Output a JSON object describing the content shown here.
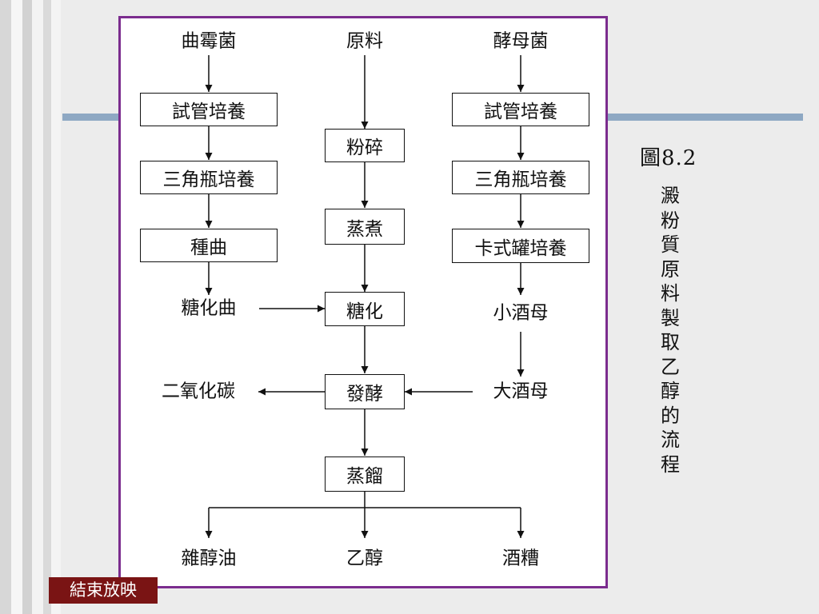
{
  "diagram": {
    "fungus_left": "曲霉菌",
    "raw_material": "原料",
    "yeast_right": "酵母菌",
    "left_tube": "試管培養",
    "left_flask": "三角瓶培養",
    "left_seed": "種曲",
    "left_koji": "糖化曲",
    "crush": "粉碎",
    "steam_cook": "蒸煮",
    "saccharify": "糖化",
    "ferment": "發酵",
    "distill": "蒸餾",
    "right_tube": "試管培養",
    "right_flask": "三角瓶培養",
    "right_karl": "卡式罐培養",
    "small_yeast": "小酒母",
    "big_yeast": "大酒母",
    "co2": "二氧化碳",
    "fusel_oil": "雜醇油",
    "ethanol": "乙醇",
    "vinasse": "酒糟"
  },
  "figure_title": "圖8.2",
  "figure_caption": "澱粉質原料製取乙醇的流程",
  "end_button": "結束放映",
  "colors": {
    "panel_border": "#7b2c8e",
    "header_bar": "#8ea8c3",
    "end_button": "#7a1414"
  }
}
